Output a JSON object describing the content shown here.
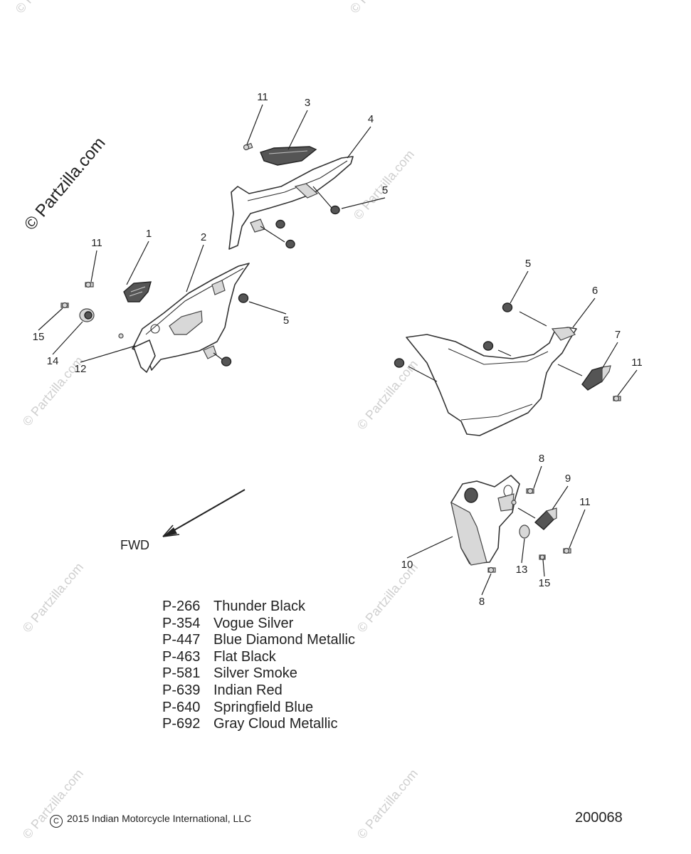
{
  "watermark": {
    "text": "© Partzilla.com"
  },
  "direction_label": "FWD",
  "callouts": [
    "11",
    "3",
    "4",
    "5",
    "1",
    "2",
    "11",
    "15",
    "14",
    "12",
    "5",
    "5",
    "6",
    "7",
    "11",
    "8",
    "9",
    "11",
    "10",
    "13",
    "15",
    "8"
  ],
  "legend": [
    {
      "code": "P-266",
      "name": "Thunder Black"
    },
    {
      "code": "P-354",
      "name": "Vogue Silver"
    },
    {
      "code": "P-447",
      "name": "Blue Diamond Metallic"
    },
    {
      "code": "P-463",
      "name": "Flat Black"
    },
    {
      "code": "P-581",
      "name": "Silver Smoke"
    },
    {
      "code": "P-639",
      "name": "Indian Red"
    },
    {
      "code": "P-640",
      "name": "Springfield Blue"
    },
    {
      "code": "P-692",
      "name": "Gray Cloud Metallic"
    }
  ],
  "copyright": "2015 Indian Motorcycle International, LLC",
  "copyright_symbol": "C",
  "diagram_id": "200068"
}
